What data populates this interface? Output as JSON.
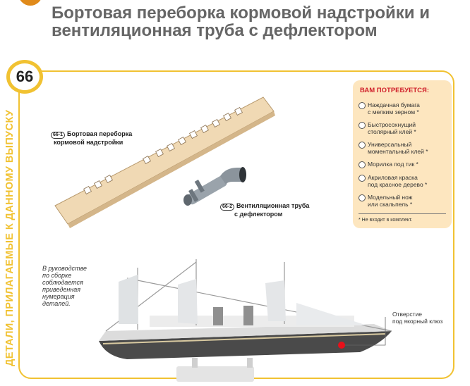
{
  "header": {
    "title": "Бортовая переборка кормовой надстройки и вентиляционная труба с дефлектором",
    "issue_number": "66"
  },
  "side_label": "ДЕТАЛИ, ПРИЛАГАЕМЫЕ К ДАННОМУ ВЫПУСКУ",
  "needs": {
    "title": "ВАМ ПОТРЕБУЕТСЯ:",
    "items": [
      {
        "line1": "Наждачная бумага",
        "line2": "с мелким зерном *"
      },
      {
        "line1": "Быстросохнущий",
        "line2": "столярный клей *"
      },
      {
        "line1": "Универсальный",
        "line2": "моментальный клей *"
      },
      {
        "line1": "Морилка под тик *",
        "line2": ""
      },
      {
        "line1": "Акриловая краска",
        "line2": "под красное дерево *"
      },
      {
        "line1": "Модельный нож",
        "line2": "или скальпель *"
      }
    ],
    "note": "* Не входит в комплект."
  },
  "parts": [
    {
      "number": "66-1",
      "line1": "Бортовая переборка",
      "line2": "кормовой надстройки"
    },
    {
      "number": "66-2",
      "line1": "Вентиляционная труба",
      "line2": "с дефлектором"
    }
  ],
  "guide_note": [
    "В руководстве",
    "по сборке",
    "соблюдается",
    "приведенная",
    "нумерация",
    "деталей."
  ],
  "anchor_note": [
    "Отверстие",
    "под якорный клюз"
  ],
  "colors": {
    "accent": "#f1c232",
    "title": "#666666",
    "needs_bg": "#fde6bf",
    "needs_title": "#d0202b",
    "marker": "#e8101a"
  }
}
